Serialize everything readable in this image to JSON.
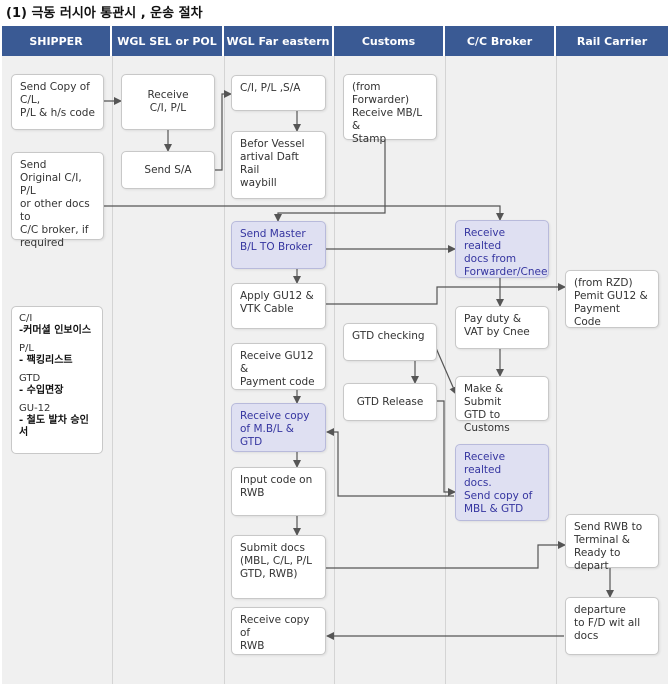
{
  "title": "(1) 극동 러시아 통관시 , 운송 절차",
  "lanes": [
    "SHIPPER",
    "WGL SEL or POL",
    "WGL Far eastern",
    "Customs",
    "C/C Broker",
    "Rail Carrier"
  ],
  "steps": {
    "send_copy": "Send Copy of\nC/L,\nP/L & h/s code",
    "send_original": "Send\nOriginal C/I, P/L\nor other docs to\nC/C broker, if\nrequired",
    "receive_ci_pl": "Receive\nC/I, P/L",
    "send_sa": "Send S/A",
    "ci_pl_sa": "C/I, P/L ,S/A",
    "before_vessel": "Befor Vessel\nartival Daft Rail\nwaybill",
    "send_master_bl": "Send Master\nB/L TO Broker",
    "apply_gu12": "Apply GU12 &\nVTK Cable",
    "receive_gu12": "Receive GU12 &\nPayment code",
    "receive_copy_mbl": "Receive copy\nof M.B/L & GTD",
    "input_code": "Input code on\nRWB",
    "submit_docs": "Submit docs\n(MBL, C/L, P/L\nGTD, RWB)",
    "receive_copy_rwb": "Receive copy of\nRWB",
    "from_forwarder": "(from\nForwarder)\nReceive MB/L &\nStamp",
    "gtd_checking": "GTD checking",
    "gtd_release": "GTD Release",
    "receive_related_docs": "Receive realted\ndocs from\nForwarder/Cnee",
    "pay_duty": "Pay duty &\nVAT by Cnee",
    "make_submit_gtd": "Make & Submit\nGTD to Customs",
    "receive_related_send_copy": "Receive realted\ndocs.\nSend copy of\nMBL & GTD",
    "from_rzd": "(from RZD)\nPemit GU12 &\nPayment Code",
    "send_rwb": "Send RWB to\nTerminal &\nReady to depart",
    "departure": "departure\nto F/D wit all\ndocs"
  },
  "legend": [
    {
      "term": "C/I",
      "desc": "-커머셜 인보이스"
    },
    {
      "term": "P/L",
      "desc": "- 팩킹리스트"
    },
    {
      "term": "GTD",
      "desc": "- 수입면장"
    },
    {
      "term": "GU-12",
      "desc": "- 철도 발차 승인서"
    }
  ],
  "colors": {
    "header_bg": "#3a5a94",
    "lane_bg": "#f0f0f0",
    "highlight_box": "#dfe0f2",
    "highlight_text": "#3535a0",
    "arrow": "#555555"
  }
}
